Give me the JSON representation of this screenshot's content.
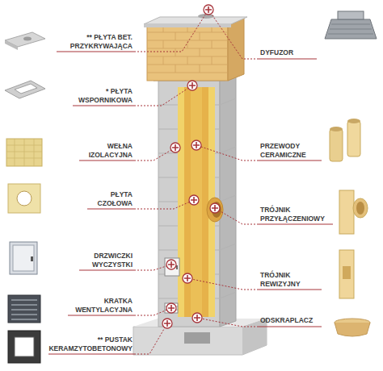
{
  "diagram": {
    "labels": [
      "** PŁYTA BET. PRZYKRYWAJĄCA",
      "* PŁYTA WSPORNIKOWA",
      "WEŁNA IZOLACYJNA",
      "PŁYTA CZOŁOWA",
      "DRZWICZKI WYCZYSTKI",
      "KRATKA WENTYLACYJNA",
      "** PUSTAK KERAMZYTOBETONOWY",
      "DYFUZOR",
      "PRZEWODY CERAMICZNE",
      "TRÓJNIK PRZYŁĄCZENIOWY",
      "TRÓJNIK REWIZYJNY",
      "ODSKRAPLACZ"
    ]
  }
}
